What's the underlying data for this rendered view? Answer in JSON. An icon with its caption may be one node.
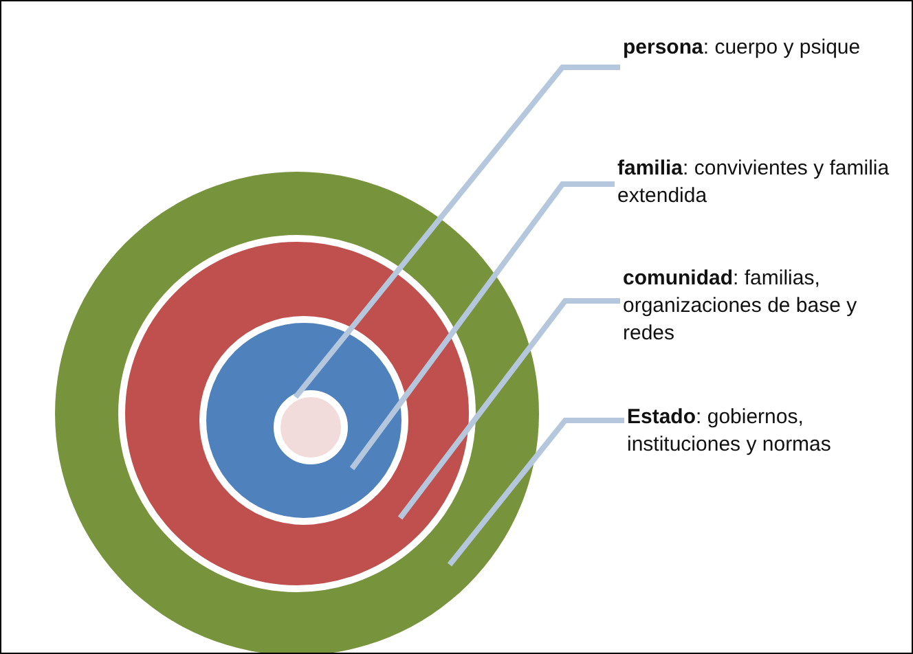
{
  "diagram": {
    "nodes": [
      {
        "text": [],
        "shape": "circle"
      },
      {
        "text": [],
        "shape": "circle",
        "in": 0
      },
      {
        "text": [],
        "shape": "circle",
        "in": 1
      },
      {
        "text": [],
        "shape": "circle",
        "in": 2
      },
      {
        "text": [
          "**persona**: cuerpo y psique"
        ]
      },
      {
        "text": [
          "**familia**: convivientes y familia extendida"
        ]
      },
      {
        "text": [
          "**comunidad**: familias, organizaciones de base y redes"
        ]
      },
      {
        "text": [
          "**Estado**:  gobiernos, instituciones y normas"
        ]
      }
    ],
    "edges": [
      {
        "from": 4,
        "to": 3,
        "arrow": "none"
      },
      {
        "from": 5,
        "to": 2,
        "arrow": "none"
      },
      {
        "from": 6,
        "to": 1,
        "arrow": "none"
      },
      {
        "from": 7,
        "to": 0,
        "arrow": "none"
      }
    ]
  }
}
